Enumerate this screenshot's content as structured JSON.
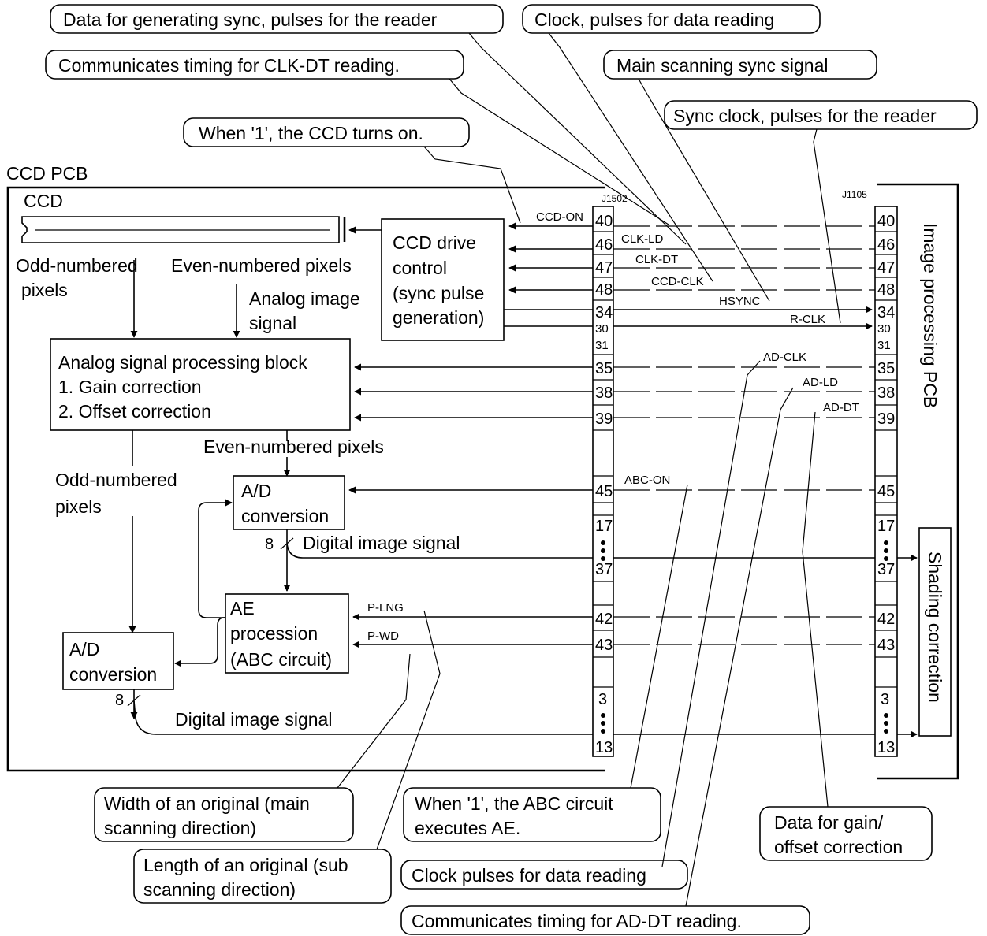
{
  "boards": {
    "ccd_pcb": "CCD PCB",
    "ccd": "CCD",
    "image_processing_pcb": "Image processing PCB",
    "shading_correction": "Shading correction"
  },
  "connectors": {
    "left": "J1502",
    "right": "J1105"
  },
  "blocks": {
    "ccd_drive": [
      "CCD drive",
      "control",
      "(sync pulse",
      "generation)"
    ],
    "analog": [
      "Analog signal processing block",
      "1. Gain correction",
      "2. Offset correction"
    ],
    "ad_upper": [
      "A/D",
      "conversion"
    ],
    "ad_lower": [
      "A/D",
      "conversion"
    ],
    "ae": [
      "AE",
      "procession",
      "(ABC circuit)"
    ]
  },
  "labels": {
    "odd_pixels_1": [
      "Odd-numbered",
      "pixels"
    ],
    "even_pixels_1": "Even-numbered pixels",
    "analog_image_signal": [
      "Analog image",
      "signal"
    ],
    "even_pixels_2": "Even-numbered pixels",
    "odd_pixels_2": [
      "Odd-numbered",
      "pixels"
    ],
    "digital_signal_upper": "Digital image signal",
    "digital_signal_lower": "Digital image signal",
    "bus_width_upper": "8",
    "bus_width_lower": "8"
  },
  "signals": {
    "ccd_on": "CCD-ON",
    "clk_ld": "CLK-LD",
    "clk_dt": "CLK-DT",
    "ccd_clk": "CCD-CLK",
    "hsync": "HSYNC",
    "r_clk": "R-CLK",
    "ad_clk": "AD-CLK",
    "ad_ld": "AD-LD",
    "ad_dt": "AD-DT",
    "abc_on": "ABC-ON",
    "p_lng": "P-LNG",
    "p_wd": "P-WD"
  },
  "pins": {
    "p40": "40",
    "p46": "46",
    "p47": "47",
    "p48": "48",
    "p34": "34",
    "p30": "30",
    "p31": "31",
    "p35": "35",
    "p38": "38",
    "p39": "39",
    "p45": "45",
    "p17": "17",
    "p37": "37",
    "p42": "42",
    "p43": "43",
    "p3": "3",
    "p13": "13"
  },
  "callouts": {
    "sync_data": "Data for generating sync, pulses for the reader",
    "clock_data_reading": "Clock, pulses for data reading",
    "clk_dt_timing": "Communicates timing for CLK-DT reading.",
    "main_scanning_sync": "Main scanning sync signal",
    "sync_clock": "Sync clock, pulses for the reader",
    "ccd_turns_on": "When '1', the CCD turns on.",
    "width_original": [
      "Width of an original (main",
      "scanning direction)"
    ],
    "abc_executes": [
      "When '1', the ABC circuit",
      "executes AE."
    ],
    "gain_offset_data": [
      "Data for gain/",
      "offset correction"
    ],
    "length_original": [
      "Length of an original (sub",
      "scanning direction)"
    ],
    "clock_pulses_data": "Clock pulses for data reading",
    "ad_dt_timing": "Communicates timing for AD-DT reading."
  }
}
